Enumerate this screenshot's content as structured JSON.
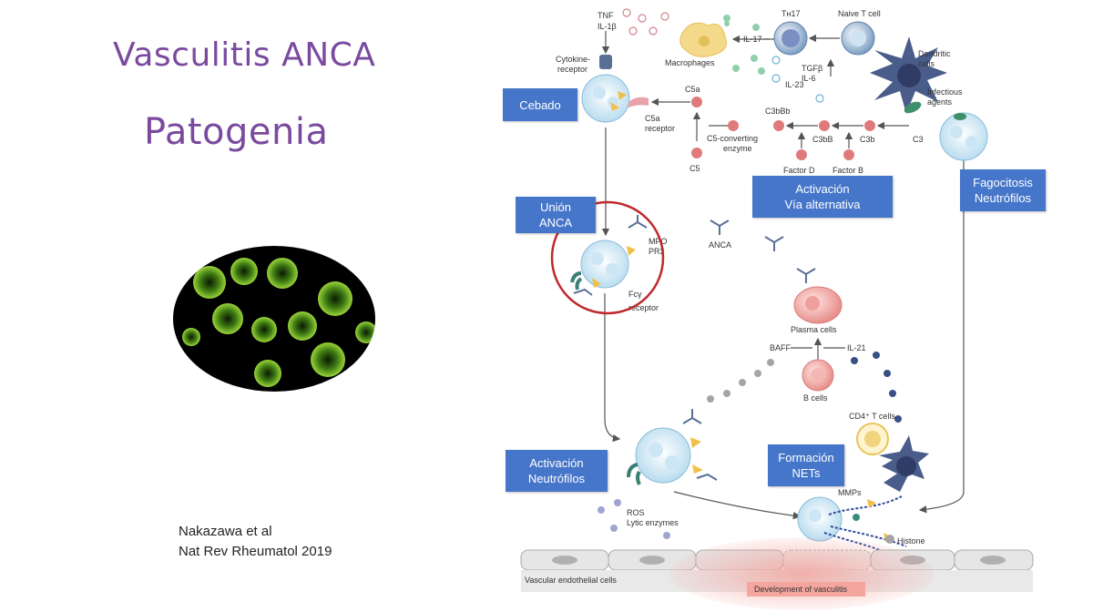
{
  "slide": {
    "title": "Vasculitis ANCA",
    "subtitle": "Patogenia",
    "citation_line1": "Nakazawa et al",
    "citation_line2": "Nat Rev Rheumatol 2019"
  },
  "boxes": {
    "cebado": "Cebado",
    "union": "Unión\nANCA",
    "activacion_via": "Activación\nVía alternativa",
    "fagocitosis": "Fagocitosis\nNeutrófilos",
    "activacion_neutrofilos": "Activación\nNeutrófilos",
    "formacion_nets": "Formación\nNETs"
  },
  "labels": {
    "tnf": "TNF",
    "il1b": "IL-1β",
    "cytokine_receptor": "Cytokine-\nreceptor",
    "macrophages": "Macrophages",
    "il17": "IL-17",
    "th17": "Tн17",
    "naive_t": "Naive T cell",
    "dendritic": "Dendritic\ncells",
    "tgfb": "TGFβ",
    "il6": "IL-6",
    "il23": "IL-23",
    "infectious": "Infectious\nagents",
    "c5a": "C5a",
    "c5a_receptor": "C5a\nreceptor",
    "c3bbb": "C3bBb",
    "c5_enzyme": "C5-converting\nenzyme",
    "c3bb": "C3bB",
    "c3b": "C3b",
    "c3": "C3",
    "c5": "C5",
    "factor_d": "Factor D",
    "factor_b": "Factor B",
    "mpo": "MPO",
    "pr3": "PR3",
    "anca": "ANCA",
    "fc_receptor": "Fcγ\nreceptor",
    "plasma_cells": "Plasma cells",
    "baff": "BAFF",
    "il21": "IL-21",
    "b_cells": "B cells",
    "cd4": "CD4⁺ T cells",
    "mmps": "MMPs",
    "ros": "ROS",
    "lytic": "Lytic enzymes",
    "histone": "Histone",
    "endothelial": "Vascular endothelial cells",
    "development": "Development of vasculitis"
  },
  "colors": {
    "title": "#7a4a9e",
    "box": "#4676c9",
    "highlight_circle": "#c0282c",
    "complement": "#e07a7a"
  }
}
